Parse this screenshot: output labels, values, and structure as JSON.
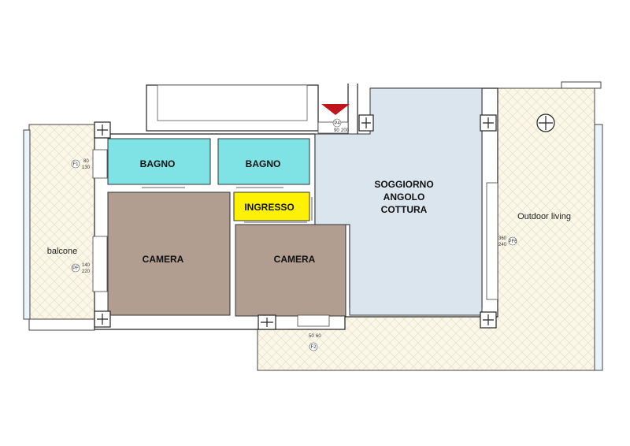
{
  "rooms": {
    "bagno_1": {
      "label": "BAGNO",
      "color": "#7fe3e6"
    },
    "bagno_2": {
      "label": "BAGNO",
      "color": "#7fe3e6"
    },
    "ingresso": {
      "label": "INGRESSO",
      "color": "#fff200"
    },
    "camera_1": {
      "label": "CAMERA",
      "color": "#b19e90"
    },
    "camera_2": {
      "label": "CAMERA",
      "color": "#b19e90"
    },
    "soggiorno": {
      "line1": "SOGGIORNO",
      "line2": "ANGOLO",
      "line3": "COTTURA",
      "color": "#dbe5ee"
    }
  },
  "outdoor": {
    "balcone": {
      "label": "balcone"
    },
    "outdoor_living": {
      "label": "Outdoor living"
    },
    "paving_color": "#fbf8ea",
    "paving_pattern_color": "#e8e2c8"
  },
  "windows": {
    "f1": {
      "tag": "F1",
      "w": "80",
      "h": "130"
    },
    "pf": {
      "tag": "PF",
      "w": "140",
      "h": "220"
    },
    "pf6": {
      "tag": "PF6",
      "w": "360",
      "h": "240"
    },
    "p4": {
      "tag": "P4",
      "w": "90",
      "h": "200"
    },
    "f2": {
      "tag": "F2",
      "w": "50",
      "h": "60"
    }
  },
  "entrance_marker_color": "#c0141c"
}
